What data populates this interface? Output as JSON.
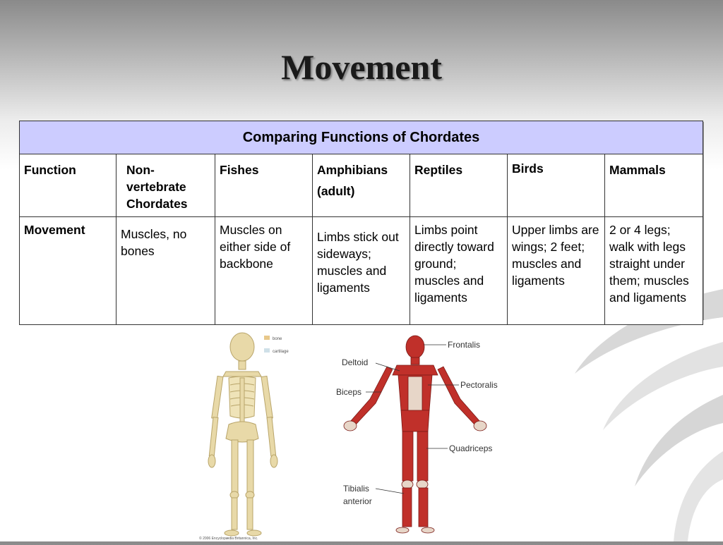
{
  "slide": {
    "title": "Movement"
  },
  "table": {
    "caption": "Comparing Functions of Chordates",
    "headers": {
      "function": "Function",
      "nonvertebrate": "Non-vertebrate Chordates",
      "fishes": "Fishes",
      "amphibians": "Amphibians",
      "amphibians_note": "(adult)",
      "reptiles": "Reptiles",
      "birds": "Birds",
      "mammals": "Mammals"
    },
    "row": {
      "label": "Movement",
      "nonvertebrate": "Muscles, no bones",
      "fishes": "Muscles on either side of backbone",
      "amphibians": "Limbs stick out sideways; muscles and ligaments",
      "reptiles": "Limbs point directly toward ground; muscles and ligaments",
      "birds": "Upper limbs are wings; 2 feet; muscles and ligaments",
      "mammals": "2 or 4 legs; walk with legs straight under them; muscles and ligaments"
    }
  },
  "skeleton_figure": {
    "legend": [
      "bone",
      "cartilage"
    ],
    "credit": "© 2006 Encyclopædia Britannica, Inc."
  },
  "muscle_figure": {
    "labels": {
      "frontalis": "Frontalis",
      "deltoid": "Deltoid",
      "pectoralis": "Pectoralis",
      "biceps": "Biceps",
      "quadriceps": "Quadriceps",
      "tibialis_1": "Tibialis",
      "tibialis_2": "anterior"
    }
  },
  "colors": {
    "caption_bg": "#ccccff",
    "bone": "#e8d9a8",
    "muscle": "#c0302a"
  }
}
